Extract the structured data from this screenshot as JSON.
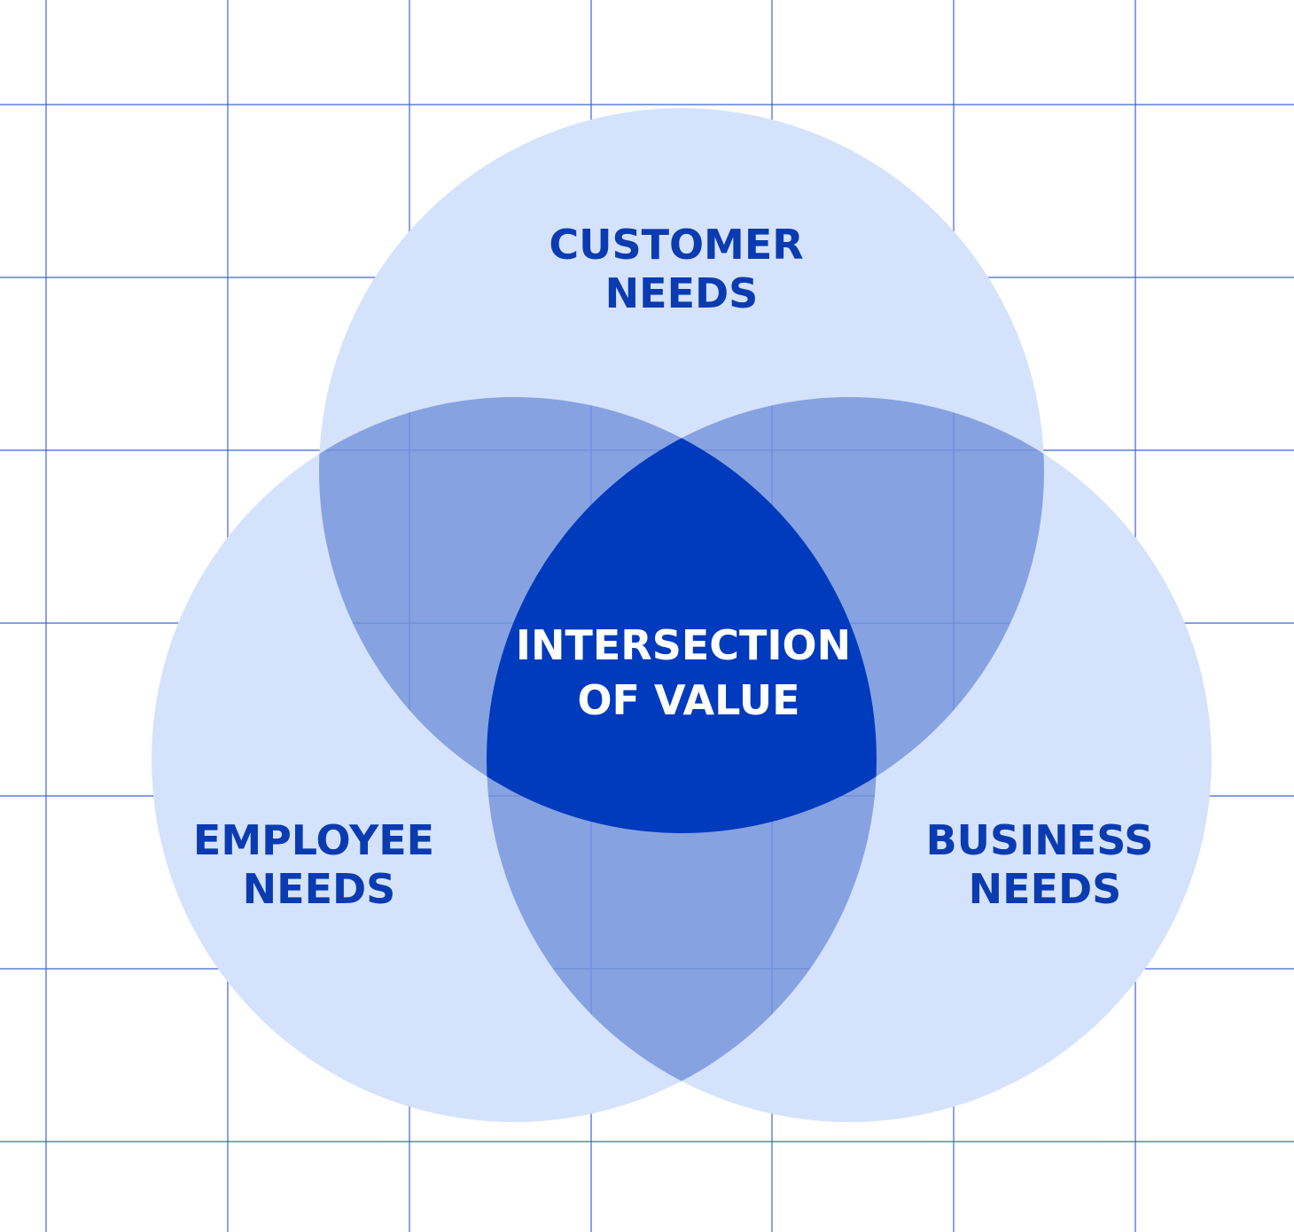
{
  "diagram": {
    "circles": {
      "customer": {
        "line1": "CUSTOMER",
        "line2": "NEEDS"
      },
      "employee": {
        "line1": "EMPLOYEE",
        "line2": "NEEDS"
      },
      "business": {
        "line1": "BUSINESS",
        "line2": "NEEDS"
      }
    },
    "center": {
      "line1": "INTERSECTION",
      "line2": "OF VALUE"
    }
  },
  "colors": {
    "background": "#ffffff",
    "grid_line": "#3f63d6",
    "circle_fill": "#d5e2fc",
    "pair_overlap": "#87a2e1",
    "center_overlap": "#003bbd",
    "label_text": "#0b3bb0",
    "center_text": "#ffffff"
  }
}
